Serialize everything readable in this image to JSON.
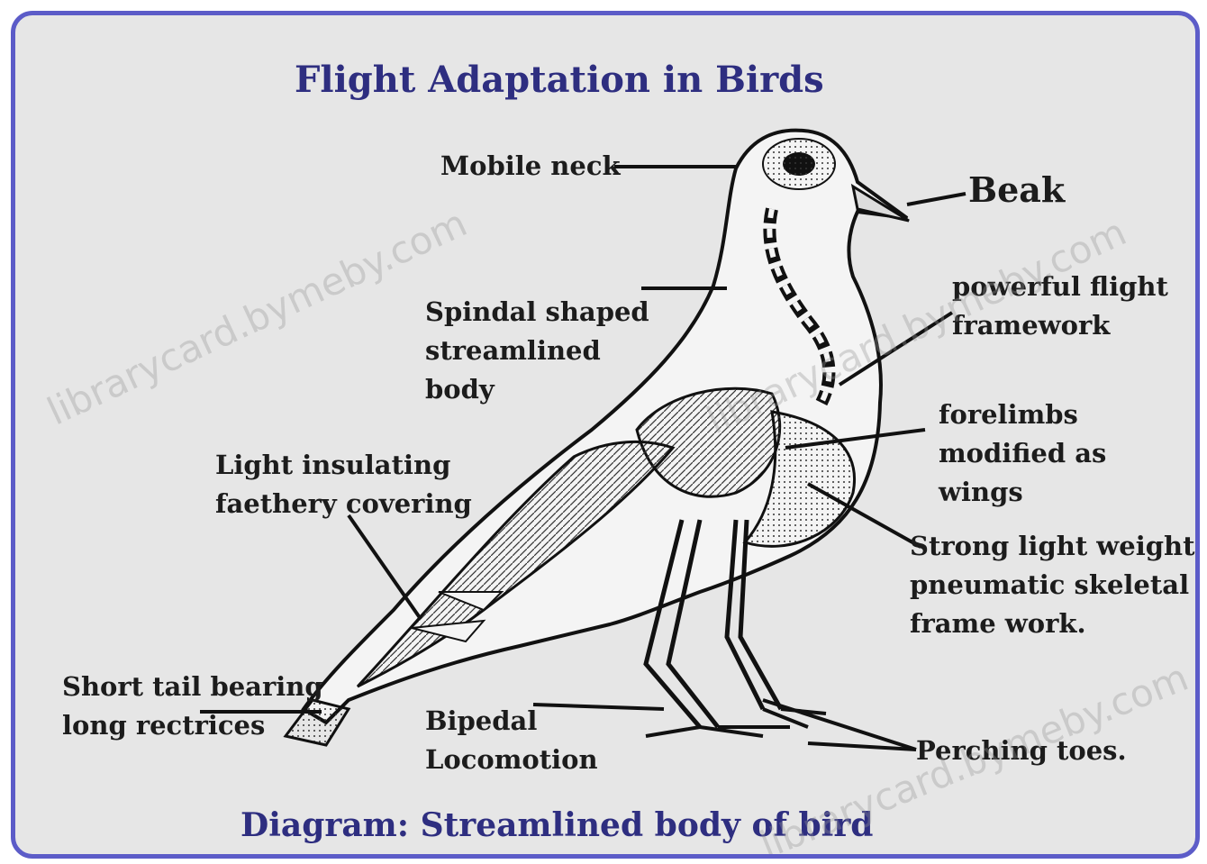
{
  "title": "Flight Adaptation in Birds",
  "caption": "Diagram: Streamlined body of bird",
  "labels": {
    "mobile_neck": "Mobile neck",
    "beak": "Beak",
    "spindle_body": [
      "Spindal shaped",
      "streamlined",
      "body"
    ],
    "flight_framework": [
      "powerful flight",
      "framework"
    ],
    "feather_covering": [
      "Light insulating",
      "faethery covering"
    ],
    "forelimbs": [
      "forelimbs",
      "modified as",
      "wings"
    ],
    "skeletal_frame": [
      "Strong light weight",
      "pneumatic skeletal",
      "frame work."
    ],
    "short_tail": [
      "Short tail bearing",
      "long rectrices"
    ],
    "bipedal": [
      "Bipedal",
      "Locomotion"
    ],
    "perching_toes": "Perching toes."
  },
  "watermark": "librarycard.bymeby.com",
  "colors": {
    "frame_border": "#5c5cc8",
    "background": "#e6e6e6",
    "title": "#2e2e80",
    "label_text": "#1c1c1c"
  }
}
